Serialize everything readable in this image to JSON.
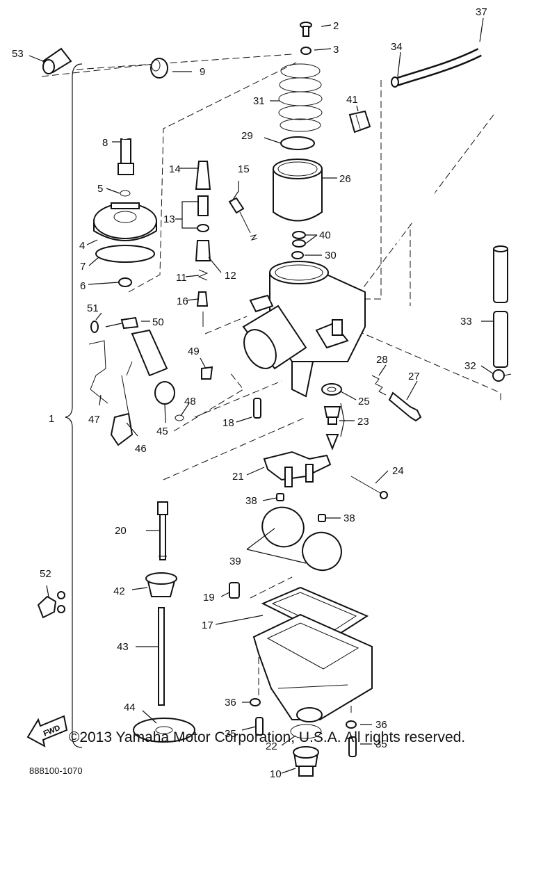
{
  "diagram": {
    "labels": {
      "p1": "1",
      "p2": "2",
      "p3": "3",
      "p4": "4",
      "p5": "5",
      "p6": "6",
      "p7": "7",
      "p8": "8",
      "p9": "9",
      "p10": "10",
      "p11": "11",
      "p12": "12",
      "p13": "13",
      "p14": "14",
      "p15": "15",
      "p16": "16",
      "p17": "17",
      "p18": "18",
      "p19": "19",
      "p20": "20",
      "p21": "21",
      "p22": "22",
      "p23": "23",
      "p24": "24",
      "p25": "25",
      "p26": "26",
      "p27": "27",
      "p28": "28",
      "p29": "29",
      "p30": "30",
      "p31": "31",
      "p32": "32",
      "p33": "33",
      "p34": "34",
      "p35": "35",
      "p36": "36",
      "p37": "37",
      "p38": "38",
      "p39": "39",
      "p40": "40",
      "p41": "41",
      "p42": "42",
      "p43": "43",
      "p44": "44",
      "p45": "45",
      "p46": "46",
      "p47": "47",
      "p48": "48",
      "p49": "49",
      "p50": "50",
      "p51": "51",
      "p52": "52",
      "p53": "53"
    },
    "fwd": "FWD",
    "drawing_code": "888100-1070",
    "copyright": "©2013 Yamaha Motor Corporation, U.S.A. All rights reserved."
  }
}
